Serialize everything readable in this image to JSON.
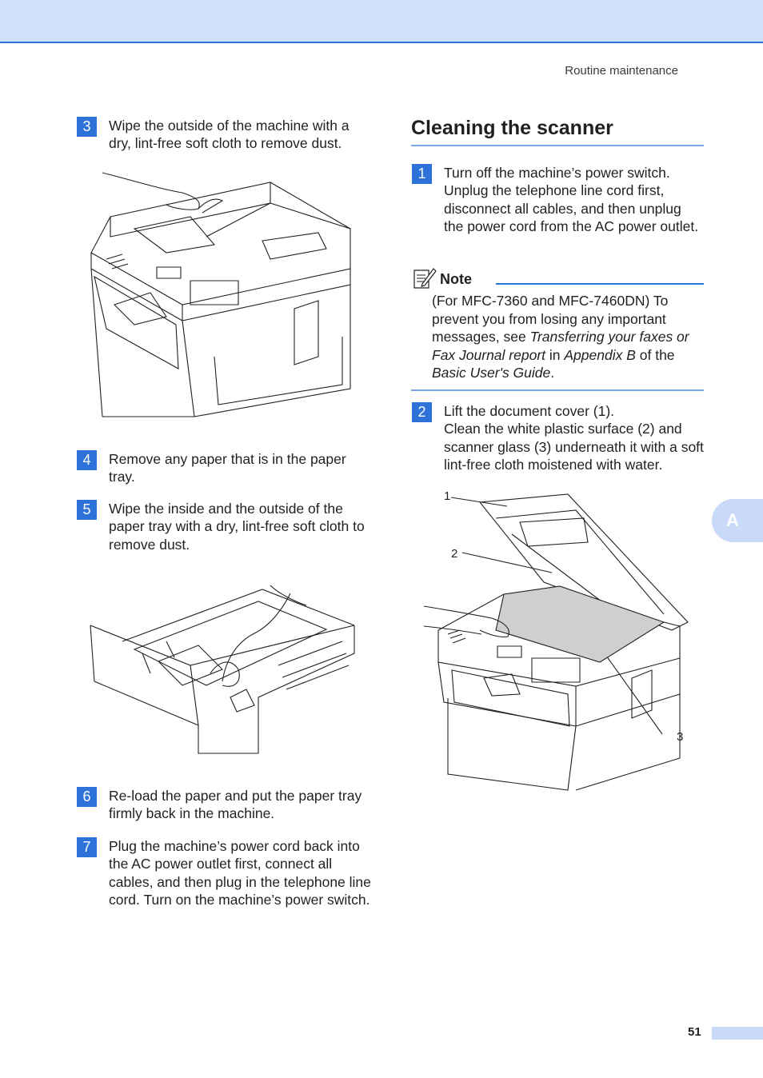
{
  "header": {
    "running_head": "Routine maintenance"
  },
  "left_steps": [
    {
      "num": "3",
      "text": "Wipe the outside of the machine with a dry, lint-free soft cloth to remove dust."
    },
    {
      "num": "4",
      "text": "Remove any paper that is in the paper tray."
    },
    {
      "num": "5",
      "text": "Wipe the inside and the outside of the paper tray with a dry, lint-free soft cloth to remove dust."
    },
    {
      "num": "6",
      "text": "Re-load the paper and put the paper tray firmly back in the machine."
    },
    {
      "num": "7",
      "text": "Plug the machine’s power cord back into the AC power outlet first, connect all cables, and then plug in the telephone line cord. Turn on the machine’s power switch."
    }
  ],
  "section": {
    "title": "Cleaning the scanner",
    "step1": {
      "num": "1",
      "text": "Turn off the machine’s power switch. Unplug the telephone line cord first, disconnect all cables, and then unplug the power cord from the AC power outlet."
    },
    "note": {
      "label": "Note",
      "p1": "(For MFC-7360 and MFC-7460DN) To prevent you from losing any important messages, see ",
      "ref1": "Transferring your faxes or Fax Journal report",
      "p2": " in ",
      "ref2": "Appendix B",
      "p3": " of the ",
      "ref3": "Basic User's Guide",
      "p4": "."
    },
    "step2": {
      "num": "2",
      "line1": "Lift the document cover (1).",
      "line2": "Clean the white plastic surface (2) and scanner glass (3) underneath it with a soft lint-free cloth moistened with water."
    },
    "callouts": [
      "1",
      "2",
      "3"
    ]
  },
  "side_tab": "A",
  "footer": {
    "page_number": "51"
  }
}
